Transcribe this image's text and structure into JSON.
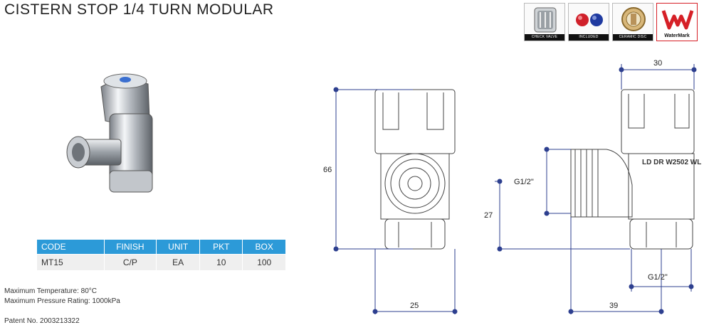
{
  "title": "CISTERN STOP 1/4 TURN MODULAR",
  "badges": [
    {
      "caption": "CHECK VALVE",
      "icon": "check-valve-icon"
    },
    {
      "caption": "INCLUDED",
      "icon": "hot-cold-indicators-icon"
    },
    {
      "caption": "CERAMIC DISC",
      "icon": "ceramic-disc-icon"
    },
    {
      "caption": "WaterMark",
      "icon": "watermark-logo-icon"
    }
  ],
  "table": {
    "headers": [
      "CODE",
      "FINISH",
      "UNIT",
      "PKT",
      "BOX"
    ],
    "rows": [
      [
        "MT15",
        "C/P",
        "EA",
        "10",
        "100"
      ]
    ]
  },
  "notes": {
    "max_temp": "Maximum Temperature: 80°C",
    "max_pressure": "Maximum Pressure Rating: 1000kPa",
    "patent": "Patent No. 2003213322"
  },
  "drawing": {
    "dim_height": "66",
    "dim_width_front": "25",
    "dim_width_top": "30",
    "dim_thread_inlet": "G1/2\"",
    "dim_inlet_height": "27",
    "dim_thread_outlet": "G1/2\"",
    "dim_offset": "39",
    "body_marking": "LD DR W2502 WL"
  },
  "colors": {
    "accent": "#2c9ad8",
    "table_row": "#efefef",
    "watermark_red": "#d62027"
  }
}
